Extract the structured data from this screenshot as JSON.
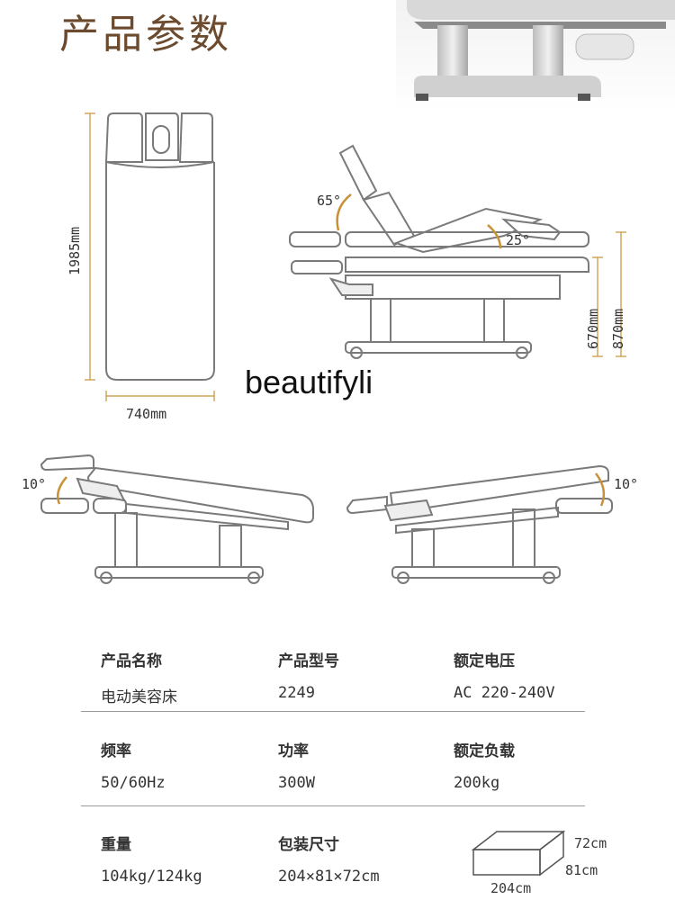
{
  "header": {
    "title": "产品参数"
  },
  "watermark": "beautifyli",
  "top_view": {
    "length_label": "1985mm",
    "width_label": "740mm"
  },
  "side_view": {
    "back_angle": "65°",
    "leg_angle": "25°",
    "height_low": "670mm",
    "height_high": "870mm"
  },
  "tilt_views": {
    "left_angle": "10°",
    "right_angle": "10°"
  },
  "colors": {
    "title": "#6b4a2e",
    "accent": "#c8913a",
    "outline": "#7a7a7a"
  },
  "specs": [
    {
      "label": "产品名称",
      "value": "电动美容床"
    },
    {
      "label": "产品型号",
      "value": "2249"
    },
    {
      "label": "额定电压",
      "value": "AC 220-240V"
    },
    {
      "label": "频率",
      "value": "50/60Hz"
    },
    {
      "label": "功率",
      "value": "300W"
    },
    {
      "label": "额定负载",
      "value": "200kg"
    },
    {
      "label": "重量",
      "value": "104kg/124kg"
    },
    {
      "label": "包装尺寸",
      "value": "204×81×72cm"
    }
  ],
  "package_box": {
    "height": "72cm",
    "depth": "81cm",
    "width": "204cm"
  }
}
